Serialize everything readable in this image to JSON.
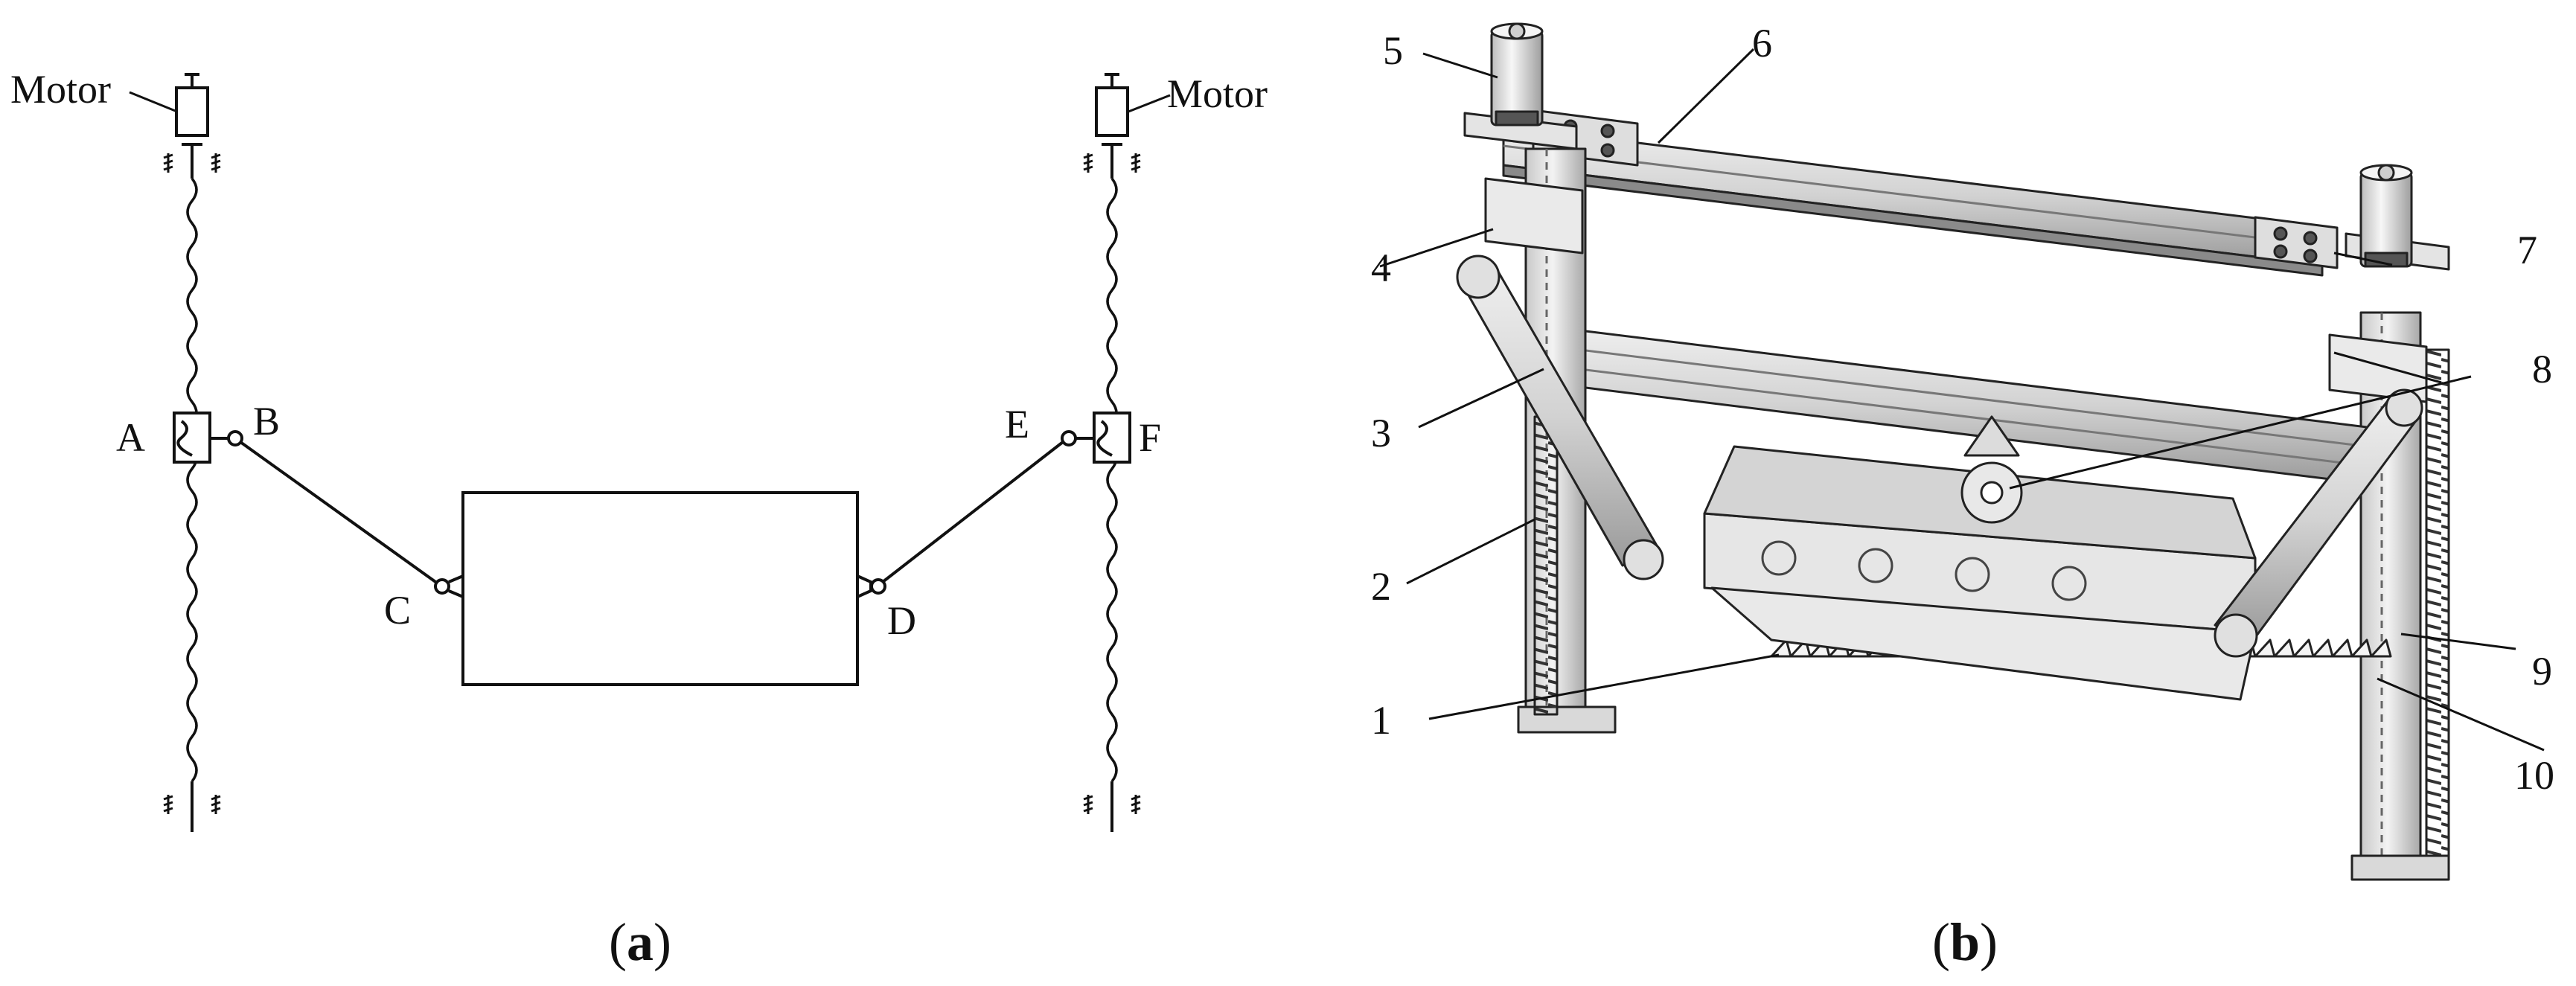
{
  "panel_a": {
    "caption": {
      "open": "(",
      "letter": "a",
      "close": ")"
    },
    "motor_left": "Motor",
    "motor_right": "Motor",
    "joints": {
      "A": "A",
      "B": "B",
      "C": "C",
      "D": "D",
      "E": "E",
      "F": "F"
    }
  },
  "panel_b": {
    "caption": {
      "open": "(",
      "letter": "b",
      "close": ")"
    },
    "callouts": {
      "1": "1",
      "2": "2",
      "3": "3",
      "4": "4",
      "5": "5",
      "6": "6",
      "7": "7",
      "8": "8",
      "9": "9",
      "10": "10"
    }
  }
}
